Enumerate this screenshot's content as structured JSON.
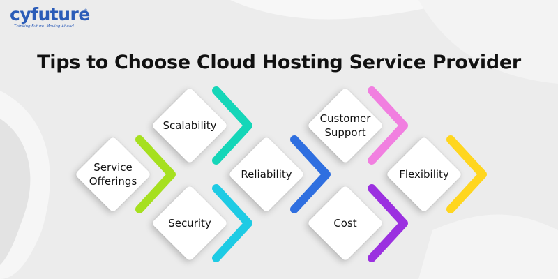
{
  "brand": {
    "name": "cyfuture",
    "tagline": "Thinking Future. Moving Ahead.",
    "registered": "®"
  },
  "title": "Tips to Choose Cloud Hosting Service Provider",
  "tips": [
    {
      "label": "Service\nOfferings",
      "chevron_color": "#a6e01f"
    },
    {
      "label": "Scalability",
      "chevron_color": "#15d6b8"
    },
    {
      "label": "Security",
      "chevron_color": "#1ecbe4"
    },
    {
      "label": "Reliability",
      "chevron_color": "#2f6fe0"
    },
    {
      "label": "Customer\nSupport",
      "chevron_color": "#f17fe0"
    },
    {
      "label": "Cost",
      "chevron_color": "#9b30e0"
    },
    {
      "label": "Flexibility",
      "chevron_color": "#ffd61f"
    }
  ],
  "colors": {
    "background": "#ececec",
    "brand": "#2b5cb8",
    "title": "#111111"
  }
}
